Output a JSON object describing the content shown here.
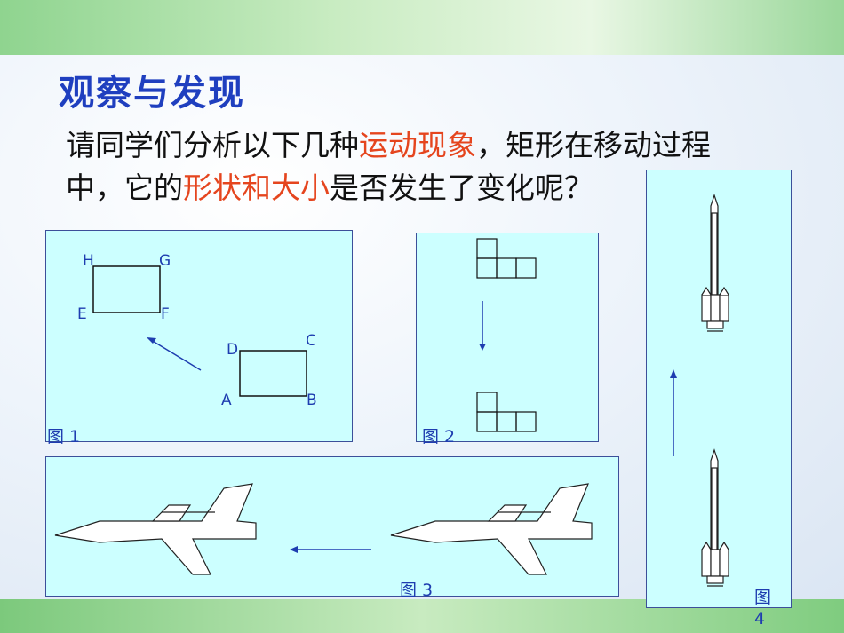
{
  "slide": {
    "title": "观察与发现",
    "paragraph": {
      "p1": "请同学们分析以下几种",
      "h1": "运动现象",
      "p2": "，矩形在移动过程中，它的",
      "h2": "形状和大小",
      "p3": "是否发生了变化呢？"
    }
  },
  "figures": {
    "fig1": {
      "caption": "图 1",
      "labels": {
        "H": "H",
        "G": "G",
        "E": "E",
        "F": "F",
        "D": "D",
        "C": "C",
        "A": "A",
        "B": "B"
      }
    },
    "fig2": {
      "caption": "图 2"
    },
    "fig3": {
      "caption": "图 3"
    },
    "fig4": {
      "caption_line1": "图",
      "caption_line2": "4"
    }
  },
  "colors": {
    "accent_text": "#e5451e",
    "title_blue": "#1f3fbf",
    "panel_fill": "#ccffff",
    "arrow_blue": "#1e3db0"
  }
}
